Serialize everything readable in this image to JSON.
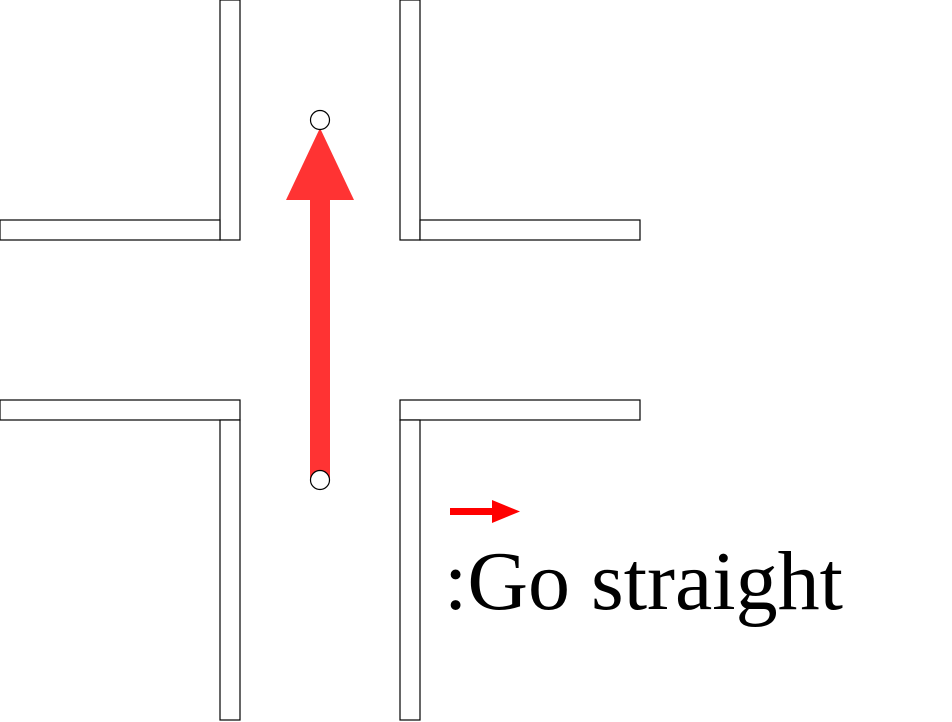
{
  "diagram": {
    "elements": [
      "intersection-walls",
      "straight-arrow",
      "start-node",
      "end-node",
      "legend-arrow"
    ],
    "arrow_direction": "up",
    "arrow_color": "#ff3333",
    "legend_arrow_color": "#ff0000",
    "wall_stroke": "#000000",
    "wall_fill": "#ffffff",
    "node_fill": "#ffffff",
    "node_stroke": "#000000"
  },
  "legend": {
    "label": ":Go straight"
  }
}
